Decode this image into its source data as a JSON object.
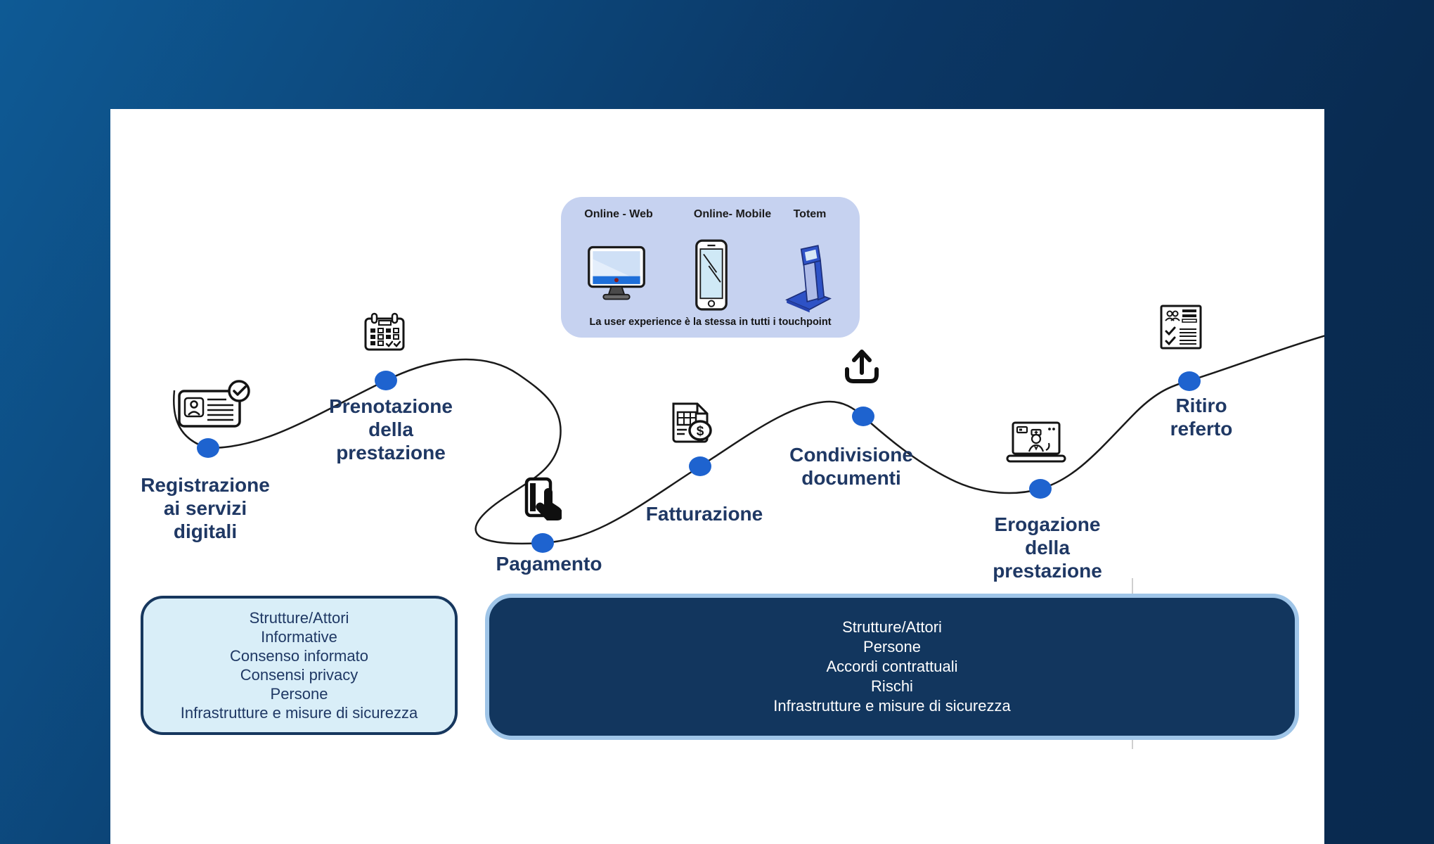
{
  "journey": {
    "steps": [
      {
        "name": "registrazione",
        "icon": "id-card-check-icon",
        "lines": [
          "Registrazione",
          "ai servizi",
          "digitali"
        ]
      },
      {
        "name": "prenotazione",
        "icon": "calendar-icon",
        "lines": [
          "Prenotazione",
          "della",
          "prestazione"
        ]
      },
      {
        "name": "pagamento",
        "icon": "card-payment-icon",
        "lines": [
          "Pagamento"
        ]
      },
      {
        "name": "fatturazione",
        "icon": "invoice-icon",
        "lines": [
          "Fatturazione"
        ]
      },
      {
        "name": "condivisione",
        "icon": "upload-icon",
        "lines": [
          "Condivisione",
          "documenti"
        ]
      },
      {
        "name": "erogazione",
        "icon": "telemedicine-laptop-icon",
        "lines": [
          "Erogazione",
          "della",
          "prestazione"
        ]
      },
      {
        "name": "ritiro",
        "icon": "medical-report-icon",
        "lines": [
          "Ritiro",
          "referto"
        ]
      }
    ]
  },
  "touchpoints": {
    "channels": [
      {
        "label": "Online - Web",
        "icon": "desktop-monitor-icon"
      },
      {
        "label": "Online- Mobile",
        "icon": "smartphone-icon"
      },
      {
        "label": "Totem",
        "icon": "kiosk-totem-icon"
      }
    ],
    "caption": "La user experience è la stessa in tutti i touchpoint"
  },
  "info_boxes": {
    "patient_side": {
      "items": [
        "Strutture/Attori",
        "Informative",
        "Consenso informato",
        "Consensi privacy",
        "Persone",
        "Infrastrutture e misure di sicurezza"
      ]
    },
    "provider_side": {
      "items": [
        "Strutture/Attori",
        "Persone",
        "Accordi contrattuali",
        "Rischi",
        "Infrastrutture e misure di sicurezza"
      ]
    }
  },
  "colors": {
    "milestone_dot": "#1e63cf",
    "step_text": "#1f3864",
    "panel_fill": "#c6d2f0",
    "light_box_fill": "#d9eef8",
    "light_box_border": "#17375e",
    "dark_box_fill": "#12365e",
    "dark_box_border": "#9fc5e8"
  }
}
